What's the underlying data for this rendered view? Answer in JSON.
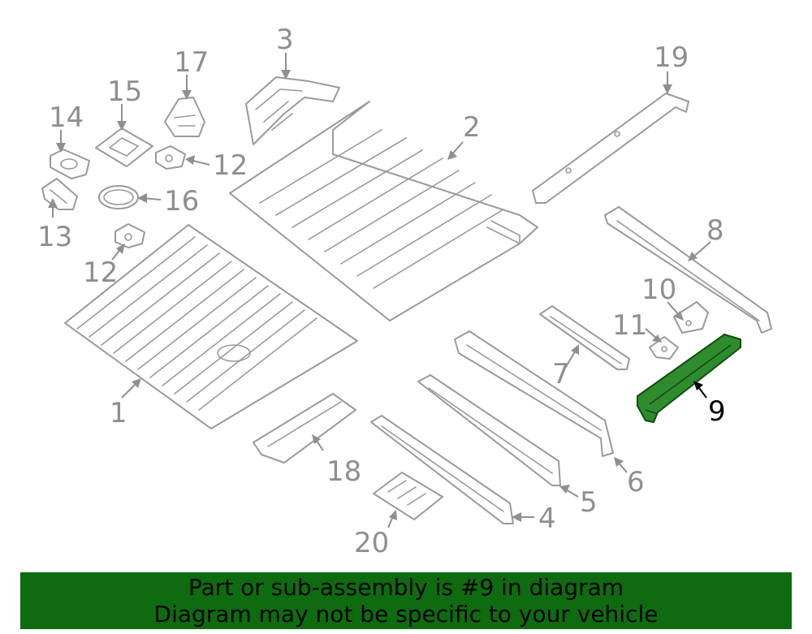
{
  "banner": {
    "line1": "Part or sub-assembly is #9 in diagram",
    "line2": "Diagram may not be specific to your vehicle",
    "background": "#0f6b0f"
  },
  "highlight": {
    "part_number": "9",
    "color": "#2e8b2e"
  },
  "callouts": {
    "c1": "1",
    "c2": "2",
    "c3": "3",
    "c4": "4",
    "c5": "5",
    "c6": "6",
    "c7": "7",
    "c8": "8",
    "c9": "9",
    "c10": "10",
    "c11": "11",
    "c12a": "12",
    "c12b": "12",
    "c13": "13",
    "c14": "14",
    "c15": "15",
    "c16": "16",
    "c17": "17",
    "c18": "18",
    "c19": "19",
    "c20": "20"
  }
}
